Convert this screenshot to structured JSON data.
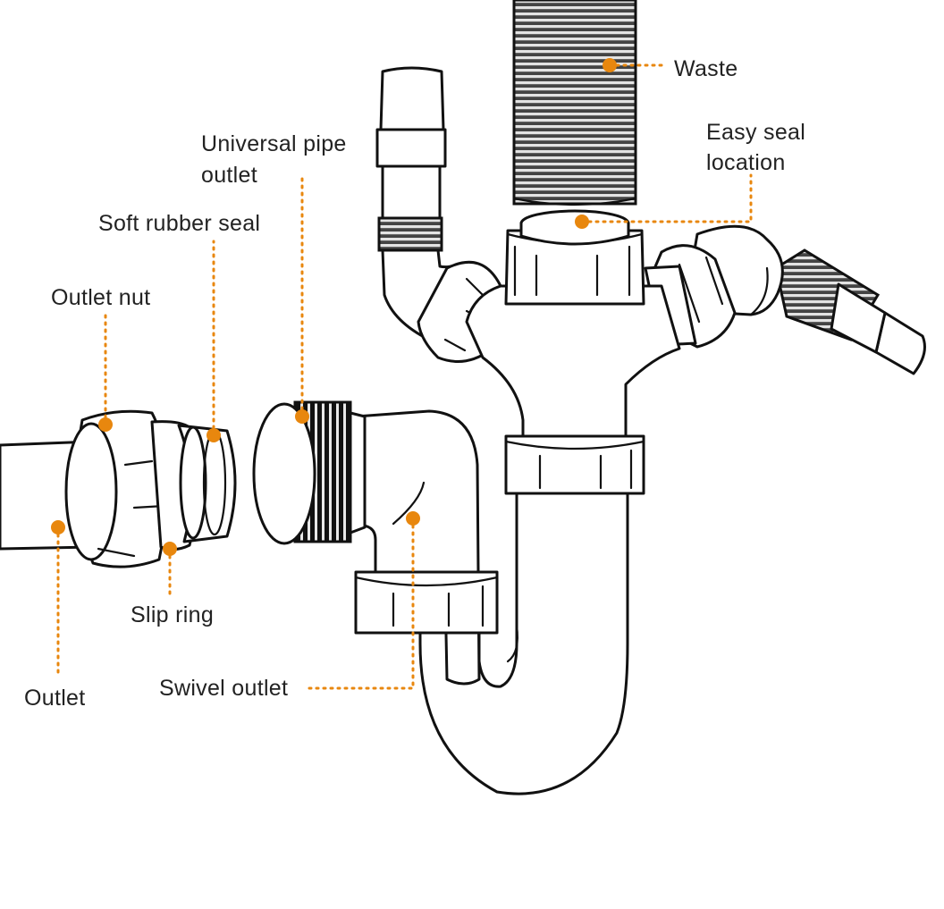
{
  "colors": {
    "accent": "#e8870e",
    "line": "#111111",
    "text": "#222222",
    "background": "#ffffff"
  },
  "labels": {
    "waste": "Waste",
    "easy_seal_1": "Easy seal",
    "easy_seal_2": "location",
    "universal_1": "Universal pipe",
    "universal_2": "outlet",
    "soft_rubber_seal": "Soft rubber seal",
    "outlet_nut": "Outlet nut",
    "slip_ring": "Slip ring",
    "outlet": "Outlet",
    "swivel_outlet": "Swivel outlet"
  }
}
